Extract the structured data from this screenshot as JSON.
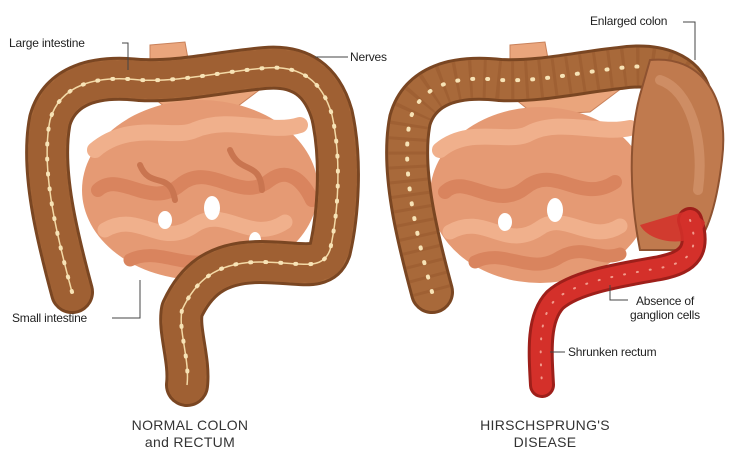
{
  "labels": {
    "large_intestine": "Large intestine",
    "nerves": "Nerves",
    "small_intestine": "Small intestine",
    "enlarged_colon": "Enlarged colon",
    "absence_line1": "Absence of",
    "absence_line2": "ganglion cells",
    "shrunken_rectum": "Shrunken rectum"
  },
  "captions": {
    "left_line1": "NORMAL COLON",
    "left_line2": "and RECTUM",
    "right_line1": "HIRSCHSPRUNG'S",
    "right_line2": "DISEASE"
  },
  "colors": {
    "colon": "#a8693a",
    "colon_dark": "#7a4622",
    "small_intestine": "#e59a74",
    "stomach": "#eaa57c",
    "nerve": "#f3d9a6",
    "enlarged": "#c07a4e",
    "aganglionic": "#d4302a"
  }
}
